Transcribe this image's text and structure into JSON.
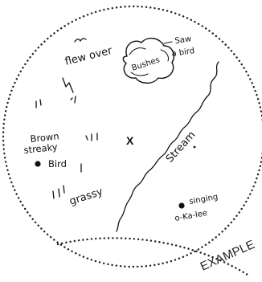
{
  "sketch_map": {
    "center_marker": "X",
    "labels": {
      "flew_over": "flew over",
      "bushes": "Bushes",
      "saw_a_bird_line1": "Saw",
      "saw_a_bird_line2": "a bird",
      "brown_streaky_bird_line1": "Brown",
      "brown_streaky_bird_line2": "streaky",
      "brown_streaky_bird_line3": "Bird",
      "stream": "Stream",
      "grassy": "grassy",
      "singing_line1": "singing",
      "singing_line2": "o-Ka-lee"
    },
    "corner_label": "EXAMPLE"
  }
}
